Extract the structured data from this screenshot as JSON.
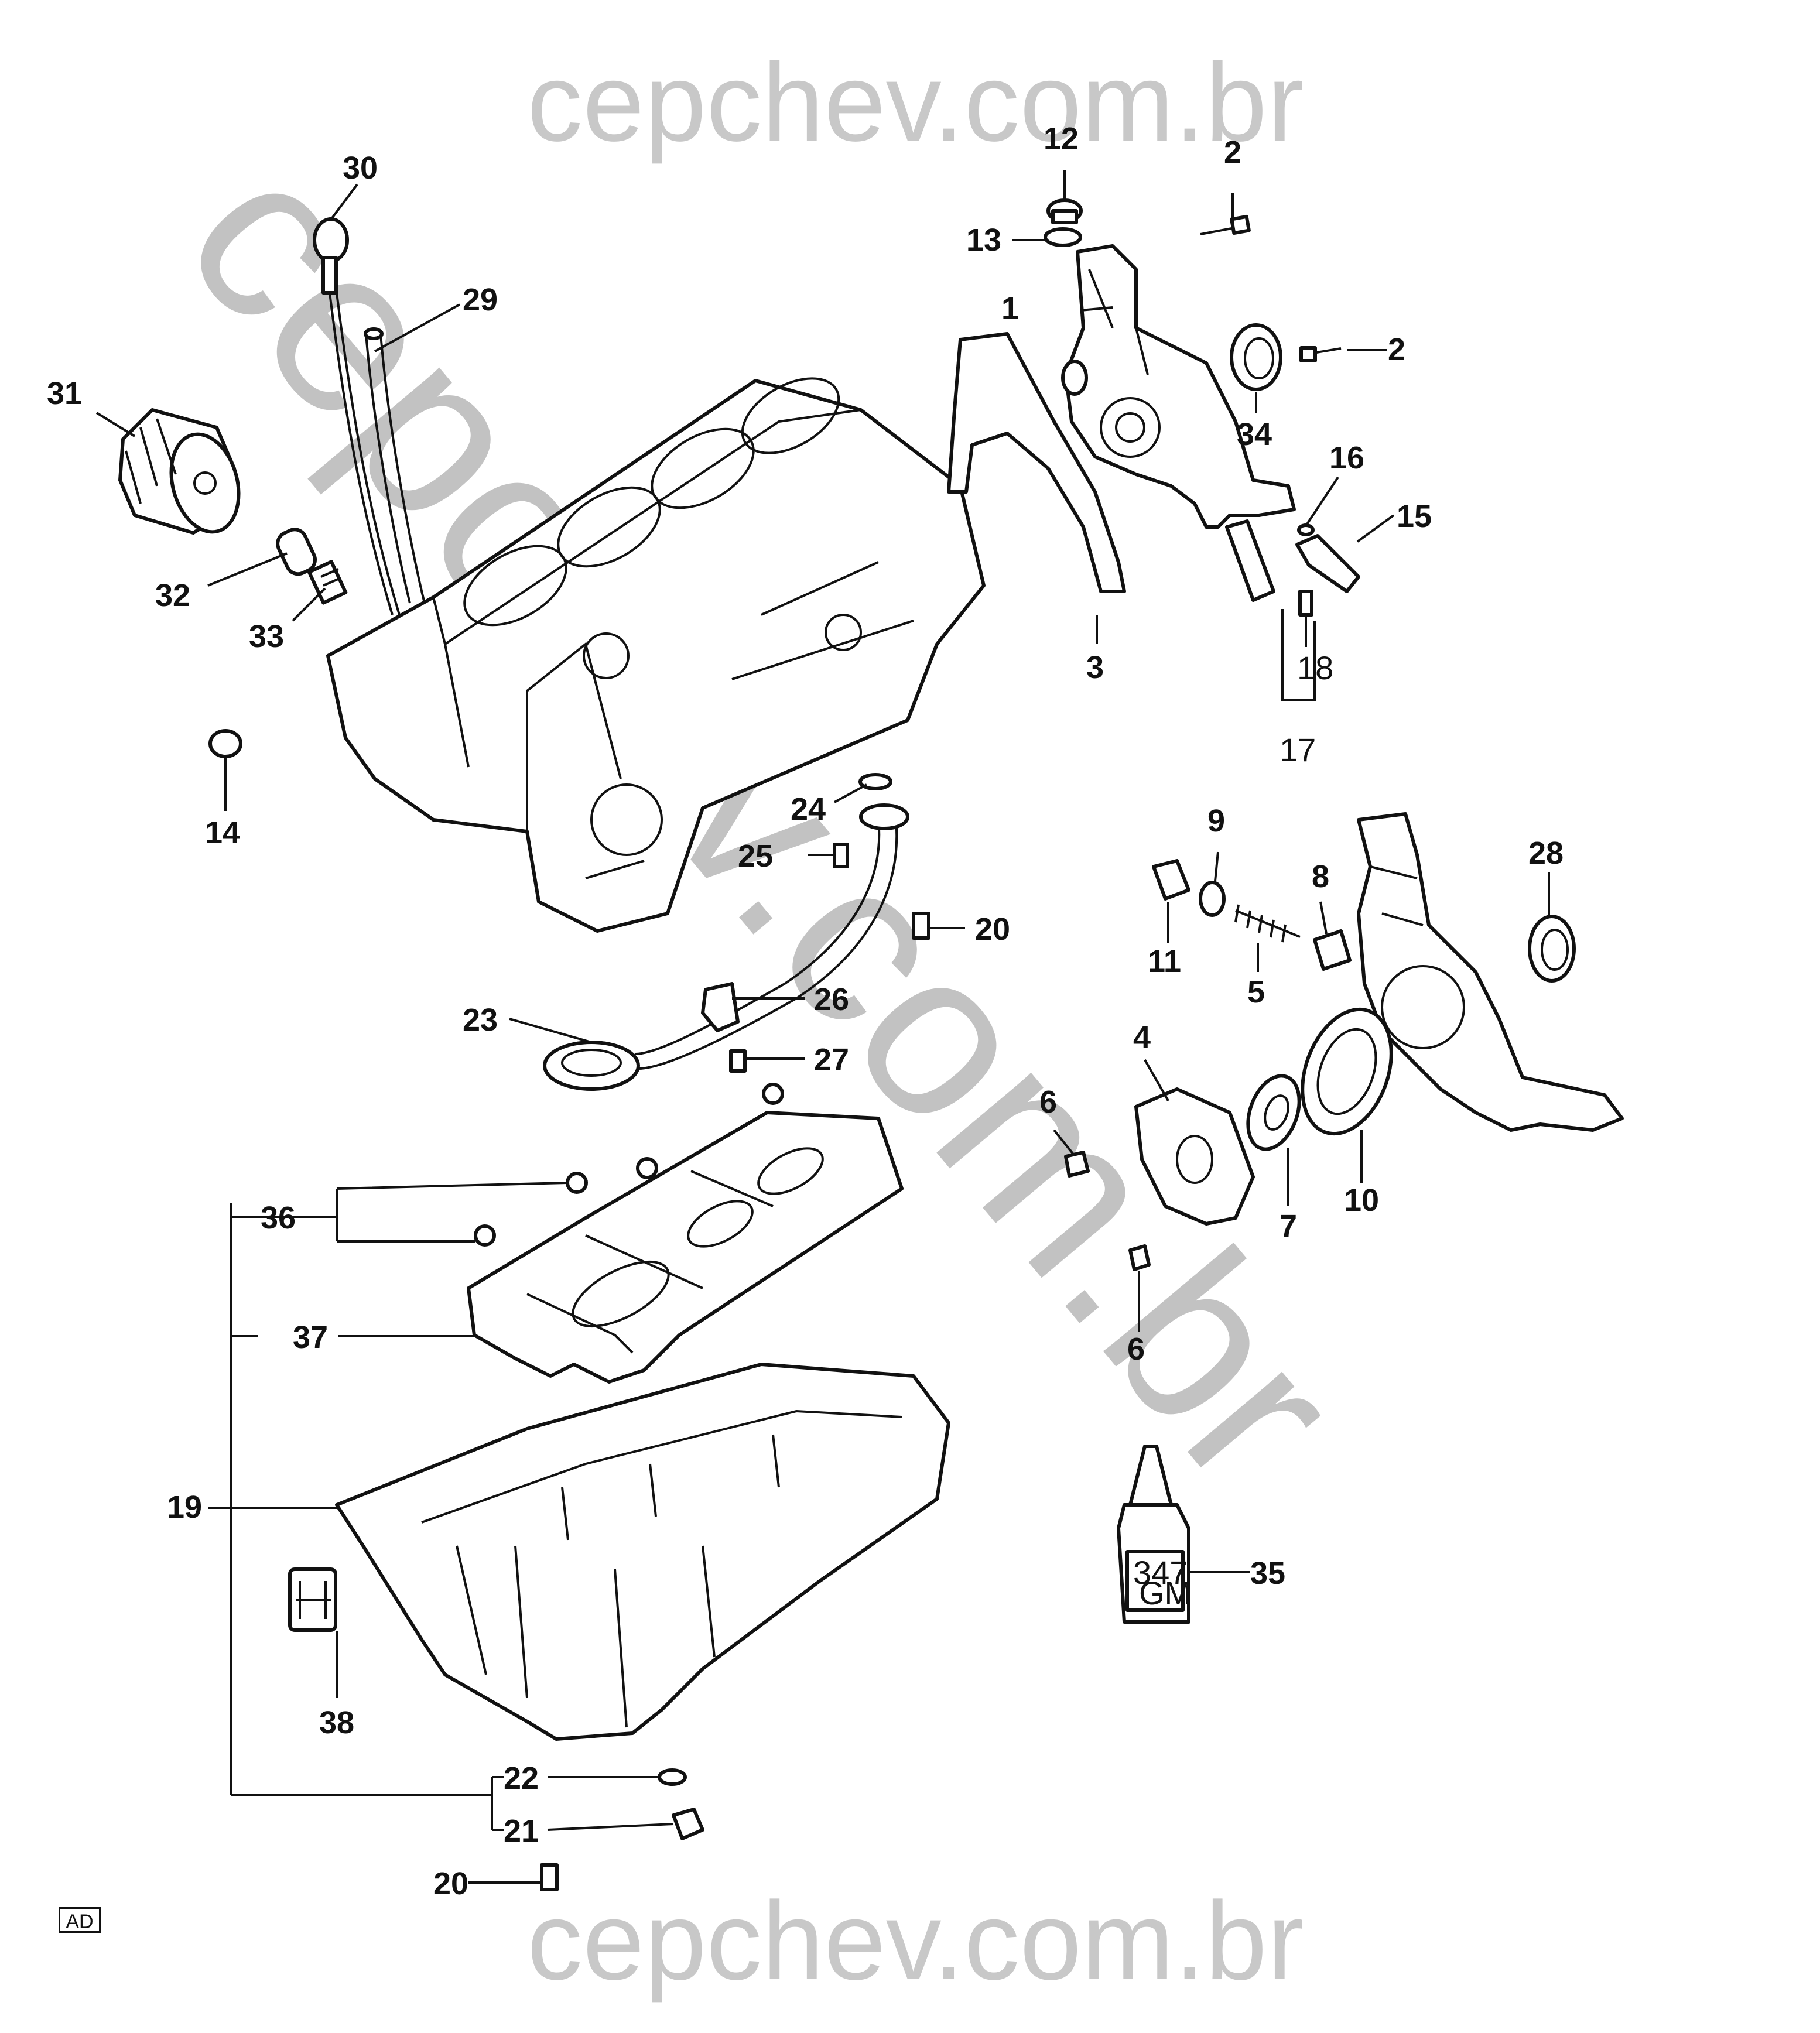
{
  "watermark": {
    "text": "cepchev.com.br"
  },
  "callouts": [
    {
      "id": "c1",
      "label": "1"
    },
    {
      "id": "c2a",
      "label": "2"
    },
    {
      "id": "c2b",
      "label": "2"
    },
    {
      "id": "c3",
      "label": "3"
    },
    {
      "id": "c4",
      "label": "4"
    },
    {
      "id": "c5",
      "label": "5"
    },
    {
      "id": "c6a",
      "label": "6"
    },
    {
      "id": "c6b",
      "label": "6"
    },
    {
      "id": "c7",
      "label": "7"
    },
    {
      "id": "c8",
      "label": "8"
    },
    {
      "id": "c9",
      "label": "9"
    },
    {
      "id": "c10",
      "label": "10"
    },
    {
      "id": "c11",
      "label": "11"
    },
    {
      "id": "c12",
      "label": "12"
    },
    {
      "id": "c13",
      "label": "13"
    },
    {
      "id": "c14",
      "label": "14"
    },
    {
      "id": "c15",
      "label": "15"
    },
    {
      "id": "c16",
      "label": "16"
    },
    {
      "id": "c17",
      "label": "17"
    },
    {
      "id": "c18",
      "label": "18"
    },
    {
      "id": "c19",
      "label": "19"
    },
    {
      "id": "c20a",
      "label": "20"
    },
    {
      "id": "c20b",
      "label": "20"
    },
    {
      "id": "c21",
      "label": "21"
    },
    {
      "id": "c22",
      "label": "22"
    },
    {
      "id": "c23",
      "label": "23"
    },
    {
      "id": "c24",
      "label": "24"
    },
    {
      "id": "c25",
      "label": "25"
    },
    {
      "id": "c26",
      "label": "26"
    },
    {
      "id": "c27",
      "label": "27"
    },
    {
      "id": "c28",
      "label": "28"
    },
    {
      "id": "c29",
      "label": "29"
    },
    {
      "id": "c30",
      "label": "30"
    },
    {
      "id": "c31",
      "label": "31"
    },
    {
      "id": "c32",
      "label": "32"
    },
    {
      "id": "c33",
      "label": "33"
    },
    {
      "id": "c34",
      "label": "34"
    },
    {
      "id": "c35",
      "label": "35"
    },
    {
      "id": "c36",
      "label": "36"
    },
    {
      "id": "c37",
      "label": "37"
    },
    {
      "id": "c38",
      "label": "38"
    }
  ],
  "bottle_label": {
    "line1": "347",
    "line2": "GM"
  },
  "code_box": "AD"
}
